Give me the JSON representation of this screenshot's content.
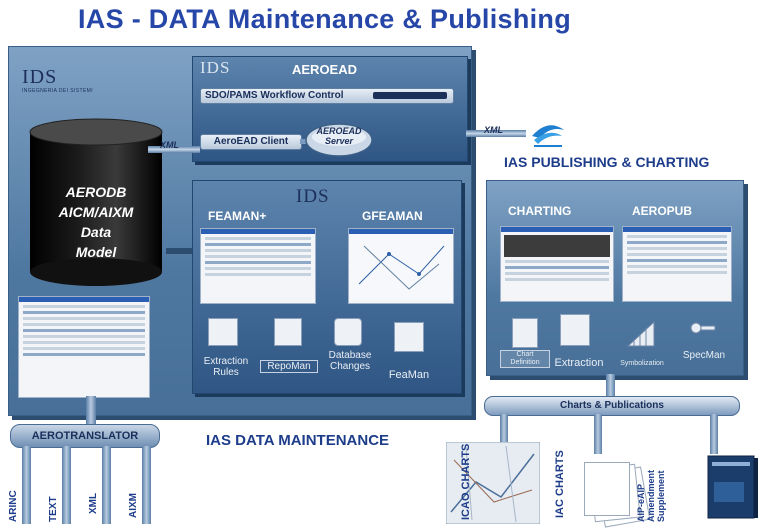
{
  "title": "IAS - DATA Maintenance & Publishing",
  "ids_logo": {
    "text": "IDS",
    "subtitle": "INGEGNERIA DEI SISTEMI"
  },
  "database": {
    "lines": [
      "AERODB",
      "AICM/AIXM",
      "Data",
      "Model"
    ]
  },
  "aeroead": {
    "title": "AEROEAD",
    "logo": "IDS",
    "workflow_bar": "SDO/PAMS Workflow Control",
    "client": "AeroEAD Client",
    "server_lines": [
      "AEROEAD",
      "Server"
    ],
    "xml_left": "XML",
    "xml_right": "XML"
  },
  "maintenance": {
    "feaman_plus": "FEAMAN+",
    "gfeaman": "GFEAMAN",
    "logo": "IDS",
    "tools": [
      {
        "label": "Extraction Rules",
        "icon": "extraction-rules-icon"
      },
      {
        "label": "RepoMan",
        "icon": "repoman-icon"
      },
      {
        "label": "Database Changes",
        "icon": "database-changes-icon"
      },
      {
        "label": "FeaMan",
        "icon": "feaman-icon"
      }
    ],
    "footer": "IAS DATA MAINTENANCE"
  },
  "publishing": {
    "title": "IAS PUBLISHING & CHARTING",
    "charting": "CHARTING",
    "aeropub": "AEROPUB",
    "tools": [
      {
        "label": "Chart Definition",
        "icon": "chart-definition-icon"
      },
      {
        "label": "Extraction",
        "icon": "extraction-icon"
      },
      {
        "label": "Symbolization",
        "icon": "symbolization-icon"
      },
      {
        "label": "SpecMan",
        "icon": "specman-icon"
      }
    ],
    "bus": "Charts & Publications",
    "outputs": [
      "ICAO CHARTS",
      "IAC CHARTS",
      "AIP-eAIP Amendment Supplement"
    ]
  },
  "translator": {
    "title": "AEROTRANSLATOR",
    "formats": [
      "ARINC",
      "TEXT",
      "XML",
      "AIXM"
    ]
  },
  "colors": {
    "title": "#2646a8",
    "panel": "#5a82ab",
    "panel_dark": "#2f5684"
  }
}
